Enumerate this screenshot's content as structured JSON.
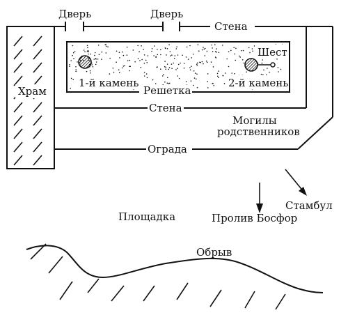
{
  "labels": {
    "door_1": "Дверь",
    "door_2": "Дверь",
    "wall_outer": "Стена",
    "wall_inner": "Стена",
    "temple": "Храм",
    "pole": "Шест",
    "stone_1": "1-й камень",
    "stone_2": "2-й камень",
    "grating": "Решетка",
    "graves_line_1": "Могилы",
    "graves_line_2": "родственников",
    "fence": "Ограда",
    "istanbul": "Стамбул",
    "platform": "Площадка",
    "bosphorus": "Пролив Босфор",
    "cliff": "Обрыв"
  },
  "colors": {
    "ink": "#111111",
    "background": "#ffffff"
  }
}
